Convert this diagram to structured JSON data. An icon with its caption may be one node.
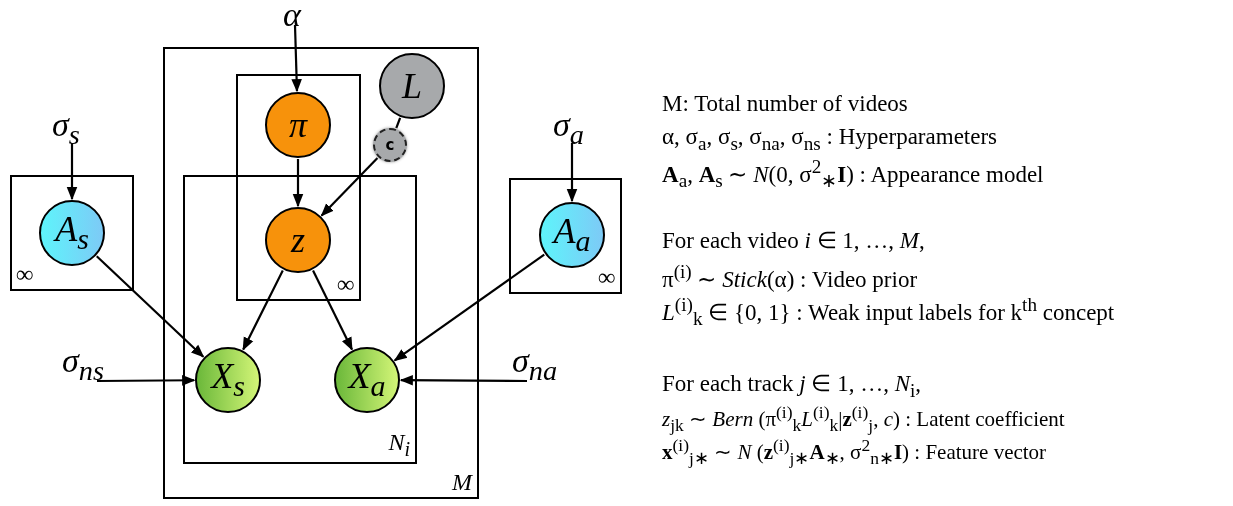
{
  "diagram": {
    "nodes": [
      {
        "text": [
          "M"
        ]
      },
      {
        "text": [
          "∞"
        ],
        "in": 0
      },
      {
        "text": [
          "π"
        ],
        "in": 1
      },
      {
        "text": [
          "L"
        ],
        "in": 0
      },
      {
        "text": [
          "c"
        ],
        "in": 0
      },
      {
        "text": [
          "N$_{i}$"
        ],
        "in": 0
      },
      {
        "text": [
          "z"
        ]
      },
      {
        "text": [
          "X$_{s}$"
        ],
        "in": 5
      },
      {
        "text": [
          "X$_{a}$"
        ],
        "in": 5
      },
      {
        "text": [
          "α"
        ]
      },
      {
        "text": [
          "σ$_{s}$"
        ]
      },
      {
        "text": [
          "∞"
        ]
      },
      {
        "text": [
          "A$_{s}$"
        ],
        "in": 11
      },
      {
        "text": [
          "σ$_{a}$"
        ]
      },
      {
        "text": [
          "∞"
        ]
      },
      {
        "text": [
          "A$_{a}$"
        ],
        "in": 14
      },
      {
        "text": [
          "σ$_{ns}$"
        ]
      },
      {
        "text": [
          "σ$_{na}$"
        ]
      }
    ],
    "edges": [
      {
        "from": 9,
        "to": 2,
        "arrow": "to"
      },
      {
        "from": 2,
        "to": 6,
        "arrow": "to"
      },
      {
        "from": 3,
        "to": 4,
        "arrow": "none"
      },
      {
        "from": 4,
        "to": 6,
        "arrow": "to"
      },
      {
        "from": 6,
        "to": 7,
        "arrow": "to"
      },
      {
        "from": 6,
        "to": 8,
        "arrow": "to"
      },
      {
        "from": 10,
        "to": 12,
        "arrow": "to"
      },
      {
        "from": 12,
        "to": 7,
        "arrow": "to"
      },
      {
        "from": 13,
        "to": 15,
        "arrow": "to"
      },
      {
        "from": 15,
        "to": 8,
        "arrow": "to"
      },
      {
        "from": 16,
        "to": 7,
        "arrow": "to"
      },
      {
        "from": 17,
        "to": 8,
        "arrow": "to"
      }
    ],
    "labels": [
      "M: Total number of videos",
      "α, σ$_{a}$, σ$_{s}$, σ$_{na}$, σ$_{ns}$ : Hyperparameters",
      "**A**$_{a}$, **A**$_{s}$ ∼ *N*(0, σ$^{2}$$_{∗}$**I**) : Appearance model",
      "For each video *i* ∈ 1, …, *M*,",
      "π$^{(i)}$ ∼ *Stick*(α) : Video prior",
      "*L*$^{(i)}$$_{k}$ ∈ {0, 1} : Weak input labels for k$^{th}$ concept",
      "For each track *j* ∈ 1, …, *N*$_{i}$,",
      "*z*$_{jk}$ ∼ *Bern* (π$^{(i)}$$_{k}$*L*$^{(i)}$$_{k}$|**z**$^{(i)}$$_{j}$, *c*) : Latent coefficient",
      "**x**$^{(i)}$$_{j∗}$ ∼ *N* (**z**$^{(i)}$$_{j∗}$**A**$_{∗}$, σ$^{2}$$_{n∗}$**I**) : Feature vector"
    ]
  }
}
